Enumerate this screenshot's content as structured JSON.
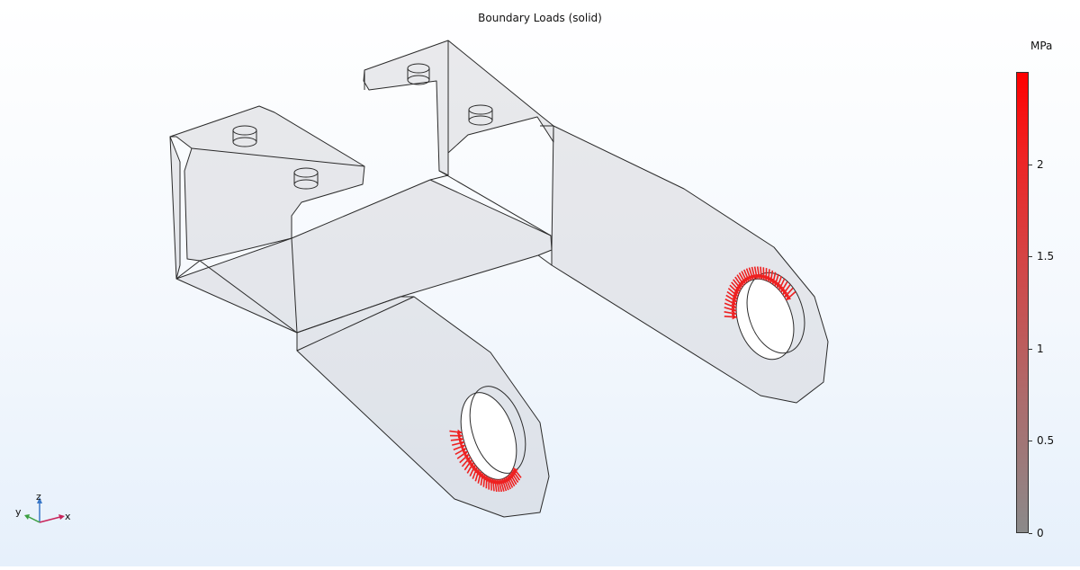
{
  "plot": {
    "title": "Boundary Loads (solid)"
  },
  "colorbar": {
    "unit": "MPa",
    "ticks": [
      {
        "label": "2",
        "value": 2
      },
      {
        "label": "1.5",
        "value": 1.5
      },
      {
        "label": "1",
        "value": 1
      },
      {
        "label": "0.5",
        "value": 0.5
      },
      {
        "label": "0",
        "value": 0
      }
    ],
    "min": 0,
    "max": 2.5,
    "colors": {
      "low": "#8a8a8a",
      "mid": "#d54444",
      "high": "#ff0000"
    }
  },
  "axes_triad": {
    "x_label": "x",
    "y_label": "y",
    "z_label": "z",
    "x_color": "#c8245a",
    "y_color": "#3aa040",
    "z_color": "#3a78c8"
  },
  "model": {
    "body_fill": "#dcdcdc",
    "edge_color": "#2a2a2a",
    "arrow_color": "#ee2020"
  }
}
